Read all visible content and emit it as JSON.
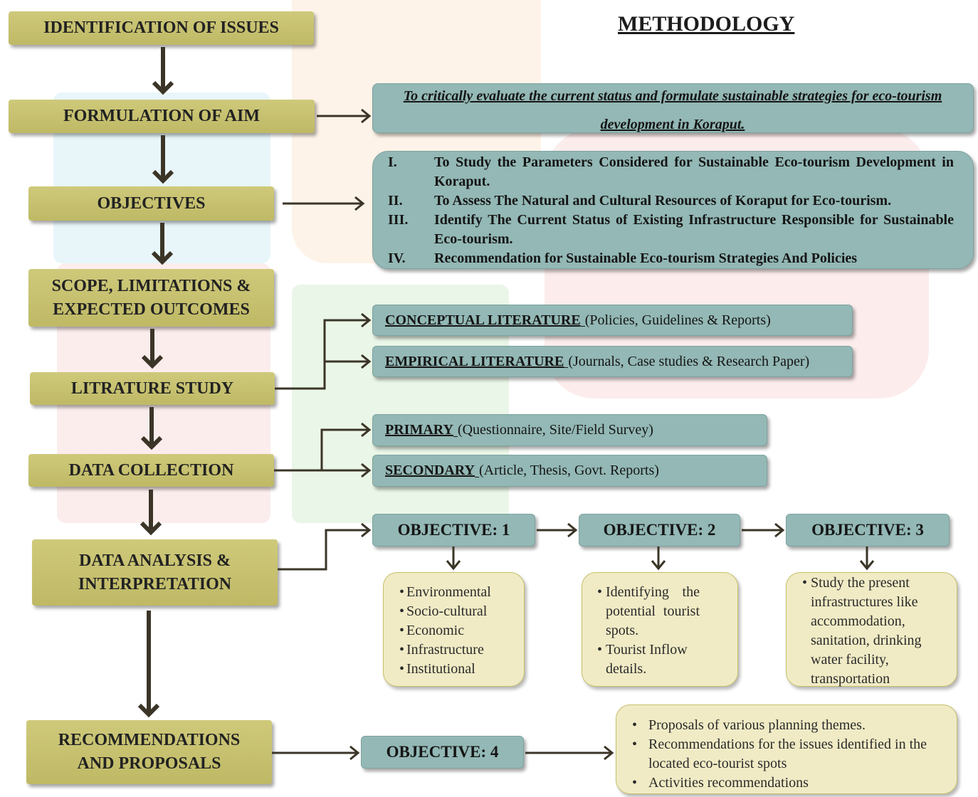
{
  "title": "METHODOLOGY",
  "colors": {
    "step_fill": "#c9c36b",
    "detail_fill": "#93b8b5",
    "note_fill": "#f0ebc5",
    "note_border": "#c6bf6a",
    "arrow": "#3b3527"
  },
  "steps": [
    {
      "lines": [
        "IDENTIFICATION OF ISSUES"
      ]
    },
    {
      "lines": [
        "FORMULATION OF AIM"
      ]
    },
    {
      "lines": [
        "OBJECTIVES"
      ]
    },
    {
      "lines": [
        "SCOPE, LIMITATIONS &",
        "EXPECTED OUTCOMES"
      ]
    },
    {
      "lines": [
        "LITRATURE STUDY"
      ]
    },
    {
      "lines": [
        "DATA COLLECTION"
      ]
    },
    {
      "lines": [
        "DATA ANALYSIS &",
        "INTERPRETATION"
      ]
    },
    {
      "lines": [
        "RECOMMENDATIONS",
        "AND PROPOSALS"
      ]
    }
  ],
  "aim": "To critically evaluate the current status and formulate sustainable strategies for eco-tourism development in Koraput.",
  "objectives": [
    {
      "numeral": "I.",
      "text": "To Study the Parameters Considered for Sustainable Eco-tourism Development in Koraput."
    },
    {
      "numeral": "II.",
      "text": "To Assess The Natural and Cultural Resources of Koraput for Eco-tourism."
    },
    {
      "numeral": "III.",
      "text": "Identify The Current Status of Existing Infrastructure Responsible for Sustainable Eco-tourism."
    },
    {
      "numeral": "IV.",
      "text": "Recommendation for Sustainable Eco-tourism Strategies And Policies"
    }
  ],
  "literature": [
    {
      "label": "CONCEPTUAL LITERATURE",
      "detail": "(Policies, Guidelines & Reports)"
    },
    {
      "label": "EMPIRICAL LITERATURE",
      "detail": "(Journals, Case studies & Research Paper)"
    }
  ],
  "data_sources": [
    {
      "label": "PRIMARY",
      "detail": "(Questionnaire, Site/Field Survey)"
    },
    {
      "label": "SECONDARY",
      "detail": "(Article, Thesis, Govt. Reports)"
    }
  ],
  "analysis": [
    {
      "label": "OBJECTIVE: 1",
      "points": [
        "Environmental",
        "Socio-cultural",
        "Economic",
        "Infrastructure",
        "Institutional"
      ]
    },
    {
      "label": "OBJECTIVE: 2",
      "points": [
        "Identifying the potential tourist spots.",
        "Tourist Inflow details."
      ]
    },
    {
      "label": "OBJECTIVE: 3",
      "points": [
        "Study the present infrastructures like accommodation, sanitation, drinking water facility, transportation"
      ]
    }
  ],
  "proposals": {
    "label": "OBJECTIVE: 4",
    "points": [
      "Proposals of various planning themes.",
      "Recommendations for the issues identified in the located eco-tourist spots",
      "Activities recommendations"
    ]
  },
  "bullets": {
    "round": "•"
  }
}
